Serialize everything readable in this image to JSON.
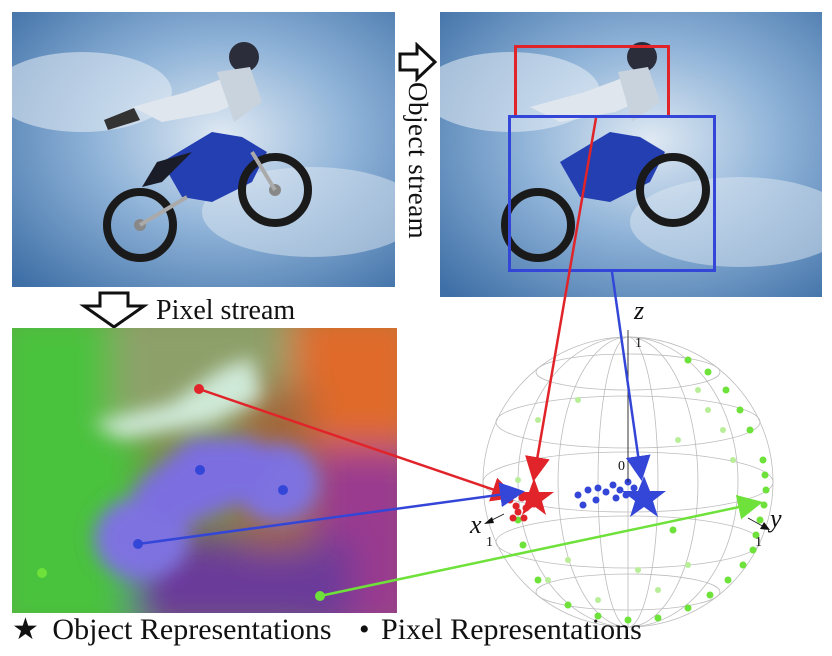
{
  "labels": {
    "object_stream": "Object stream",
    "pixel_stream": "Pixel stream"
  },
  "axes": {
    "x": "x",
    "y": "y",
    "z": "z",
    "x_tick": "1",
    "y_tick": "1",
    "z_tick": "1",
    "origin_tick": "0"
  },
  "legend": {
    "object_symbol": "★",
    "object_label": "Object Representations",
    "pixel_symbol": "•",
    "pixel_label": "Pixel Representations"
  },
  "colors": {
    "rider_box": "#e0242a",
    "bike_box": "#3446d8",
    "background_point": "#6ee13a",
    "sky": "#5b8fc4"
  },
  "icons": [
    "right-arrow-icon",
    "down-arrow-icon",
    "star-icon"
  ]
}
